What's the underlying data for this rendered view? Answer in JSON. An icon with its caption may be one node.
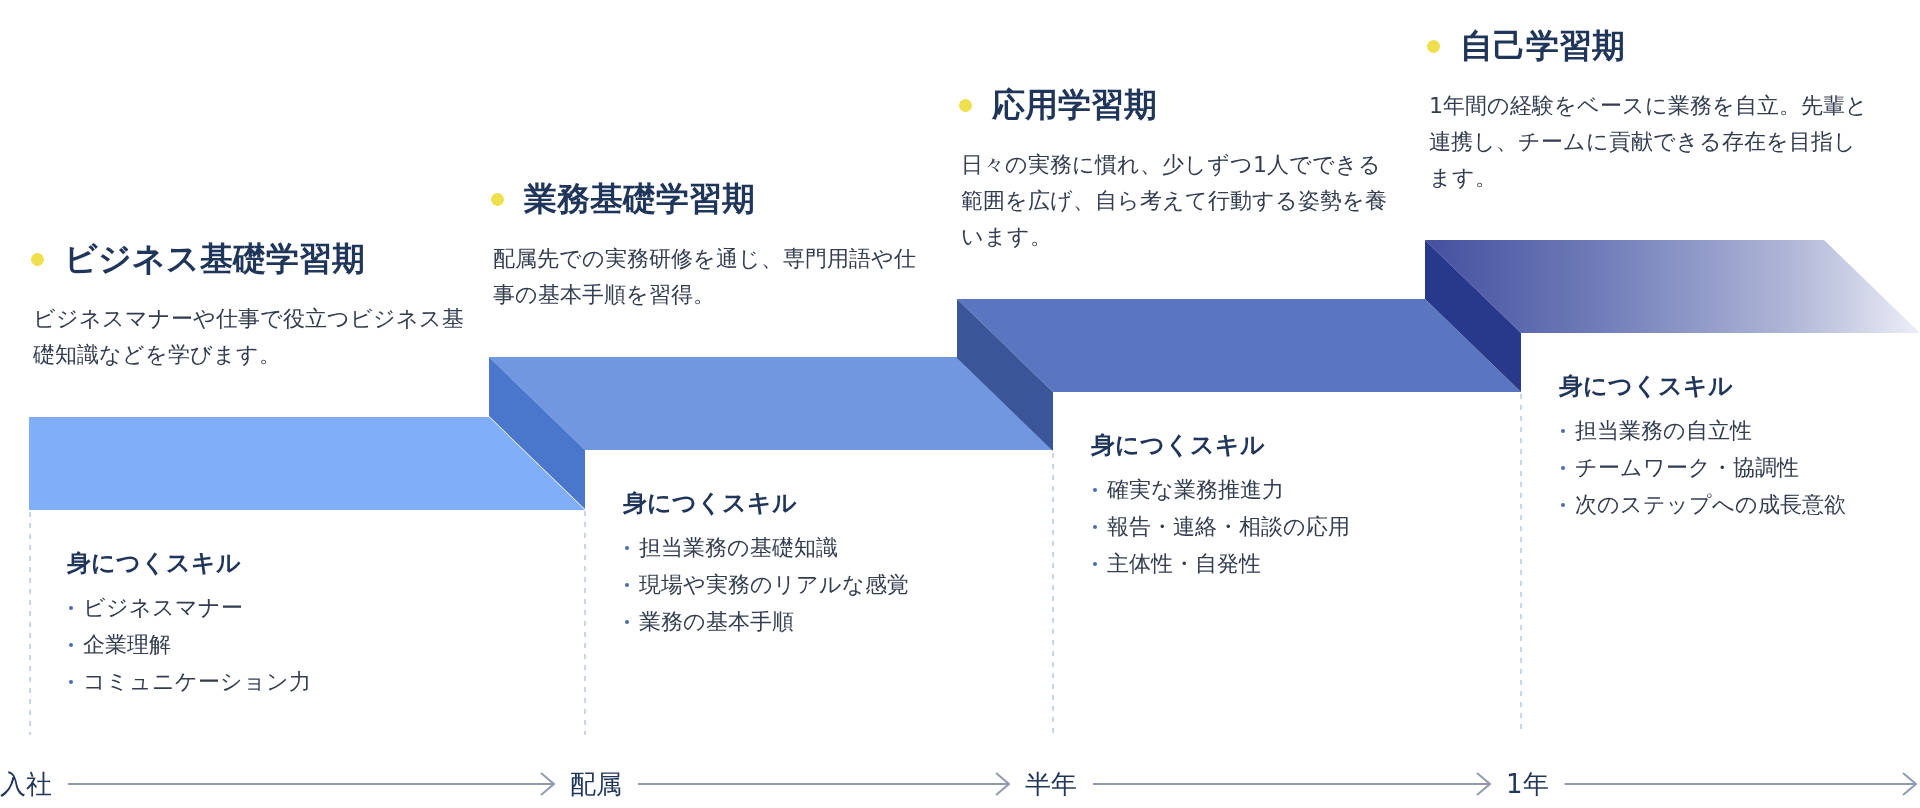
{
  "diagram": {
    "nodes": [
      {
        "text": [
          "ビジネス基礎学習期",
          "ビジネスマナーや仕事で役立つビジネス基礎知識などを学びます。",
          "身につくスキル",
          "ビジネスマナー",
          "企業理解",
          "コミュニケーション力"
        ]
      },
      {
        "text": [
          "業務基礎学習期",
          "配属先での実務研修を通じ、専門用語や仕事の基本手順を習得。",
          "身につくスキル",
          "担当業務の基礎知識",
          "現場や実務のリアルな感覚",
          "業務の基本手順"
        ]
      },
      {
        "text": [
          "応用学習期",
          "日々の実務に慣れ、少しずつ1人でできる範囲を広げ、自ら考えて行動する姿勢を養います。",
          "身につくスキル",
          "確実な業務推進力",
          "報告・連絡・相談の応用",
          "主体性・自発性"
        ]
      },
      {
        "text": [
          "自己学習期",
          "1年間の経験をベースに業務を自立。先輩と連携し、チームに貢献できる存在を目指します。",
          "身につくスキル",
          "担当業務の自立性",
          "チームワーク・協調性",
          "次のステップへの成長意欲"
        ]
      },
      {
        "text": [
          "入社"
        ]
      },
      {
        "text": [
          "配属"
        ]
      },
      {
        "text": [
          "半年"
        ]
      },
      {
        "text": [
          "1年"
        ]
      }
    ],
    "edges": [
      {
        "from": 4,
        "to": 5,
        "arrow": "to"
      },
      {
        "from": 5,
        "to": 6,
        "arrow": "to"
      },
      {
        "from": 6,
        "to": 7,
        "arrow": "to"
      },
      {
        "from": 7,
        "to": null,
        "arrow": "to"
      }
    ]
  }
}
